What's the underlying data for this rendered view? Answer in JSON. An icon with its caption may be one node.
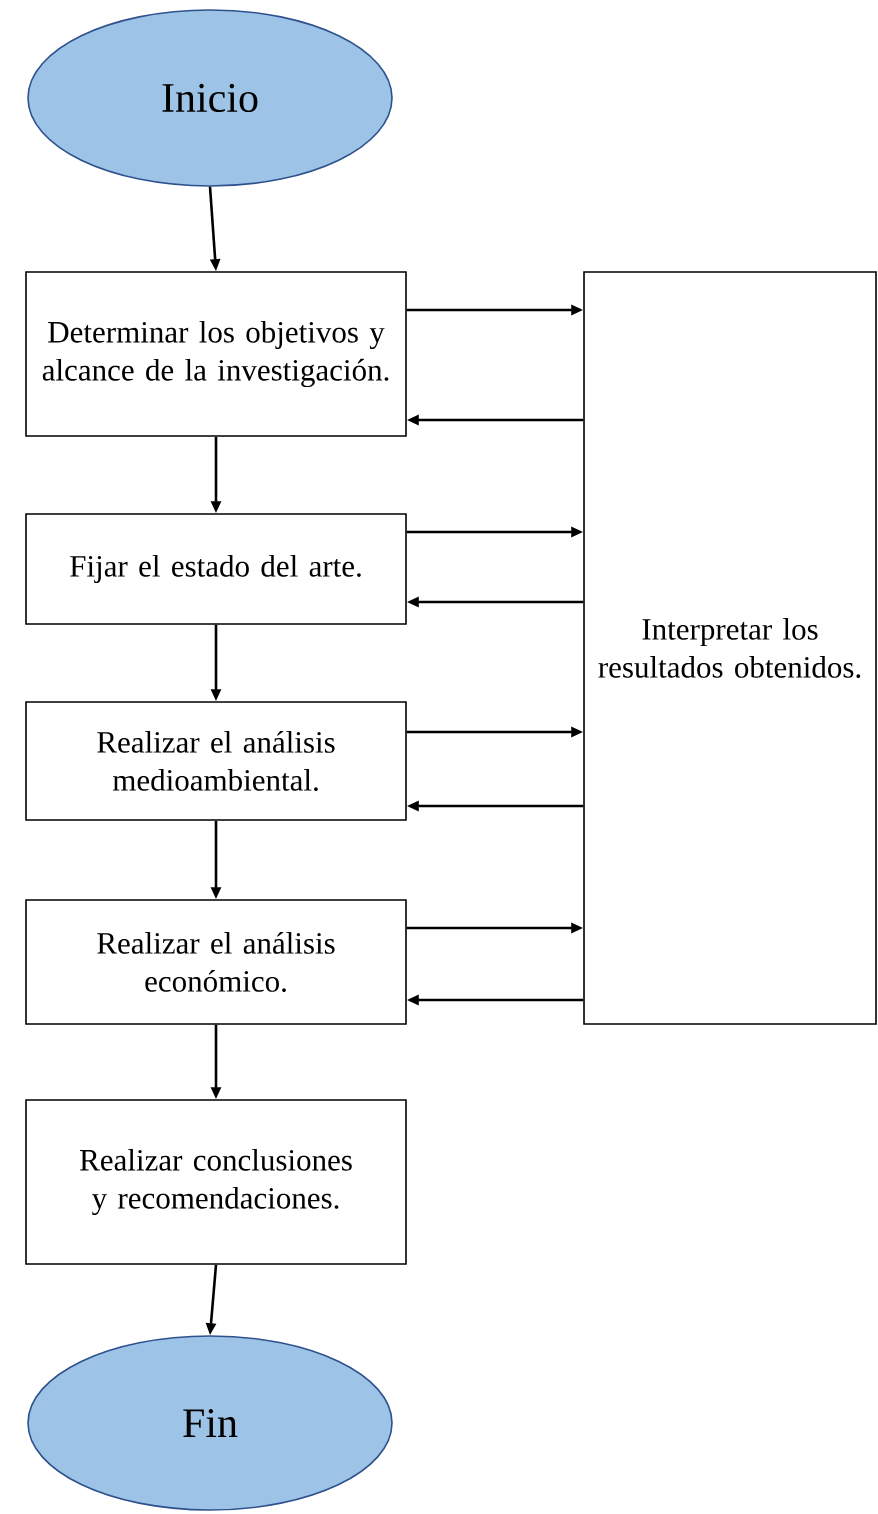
{
  "diagram": {
    "nodes": [
      {
        "text": [
          "Inicio"
        ]
      },
      {
        "text": [
          "Determinar los objetivos y alcance de la investigación."
        ]
      },
      {
        "text": [
          "Fijar el estado del arte."
        ]
      },
      {
        "text": [
          "Realizar el análisis medioambiental."
        ]
      },
      {
        "text": [
          "Realizar el análisis económico."
        ]
      },
      {
        "text": [
          "Realizar conclusiones y recomendaciones."
        ]
      },
      {
        "text": [
          "Fin"
        ]
      },
      {
        "text": [
          "Interpretar los resultados obtenidos."
        ]
      }
    ],
    "edges": [
      {
        "from": 0,
        "to": 1,
        "arrow": "to"
      },
      {
        "from": 1,
        "to": 7,
        "arrow": "to"
      },
      {
        "from": 7,
        "to": 1,
        "arrow": "to"
      },
      {
        "from": 1,
        "to": 2,
        "arrow": "to"
      },
      {
        "from": 2,
        "to": 7,
        "arrow": "to"
      },
      {
        "from": 7,
        "to": 2,
        "arrow": "to"
      },
      {
        "from": 2,
        "to": 3,
        "arrow": "to"
      },
      {
        "from": 3,
        "to": 7,
        "arrow": "to"
      },
      {
        "from": 7,
        "to": 3,
        "arrow": "to"
      },
      {
        "from": 3,
        "to": 4,
        "arrow": "to"
      },
      {
        "from": 4,
        "to": 7,
        "arrow": "to"
      },
      {
        "from": 7,
        "to": 4,
        "arrow": "to"
      },
      {
        "from": 4,
        "to": 5,
        "arrow": "to"
      },
      {
        "from": 5,
        "to": 6,
        "arrow": "to"
      }
    ]
  }
}
